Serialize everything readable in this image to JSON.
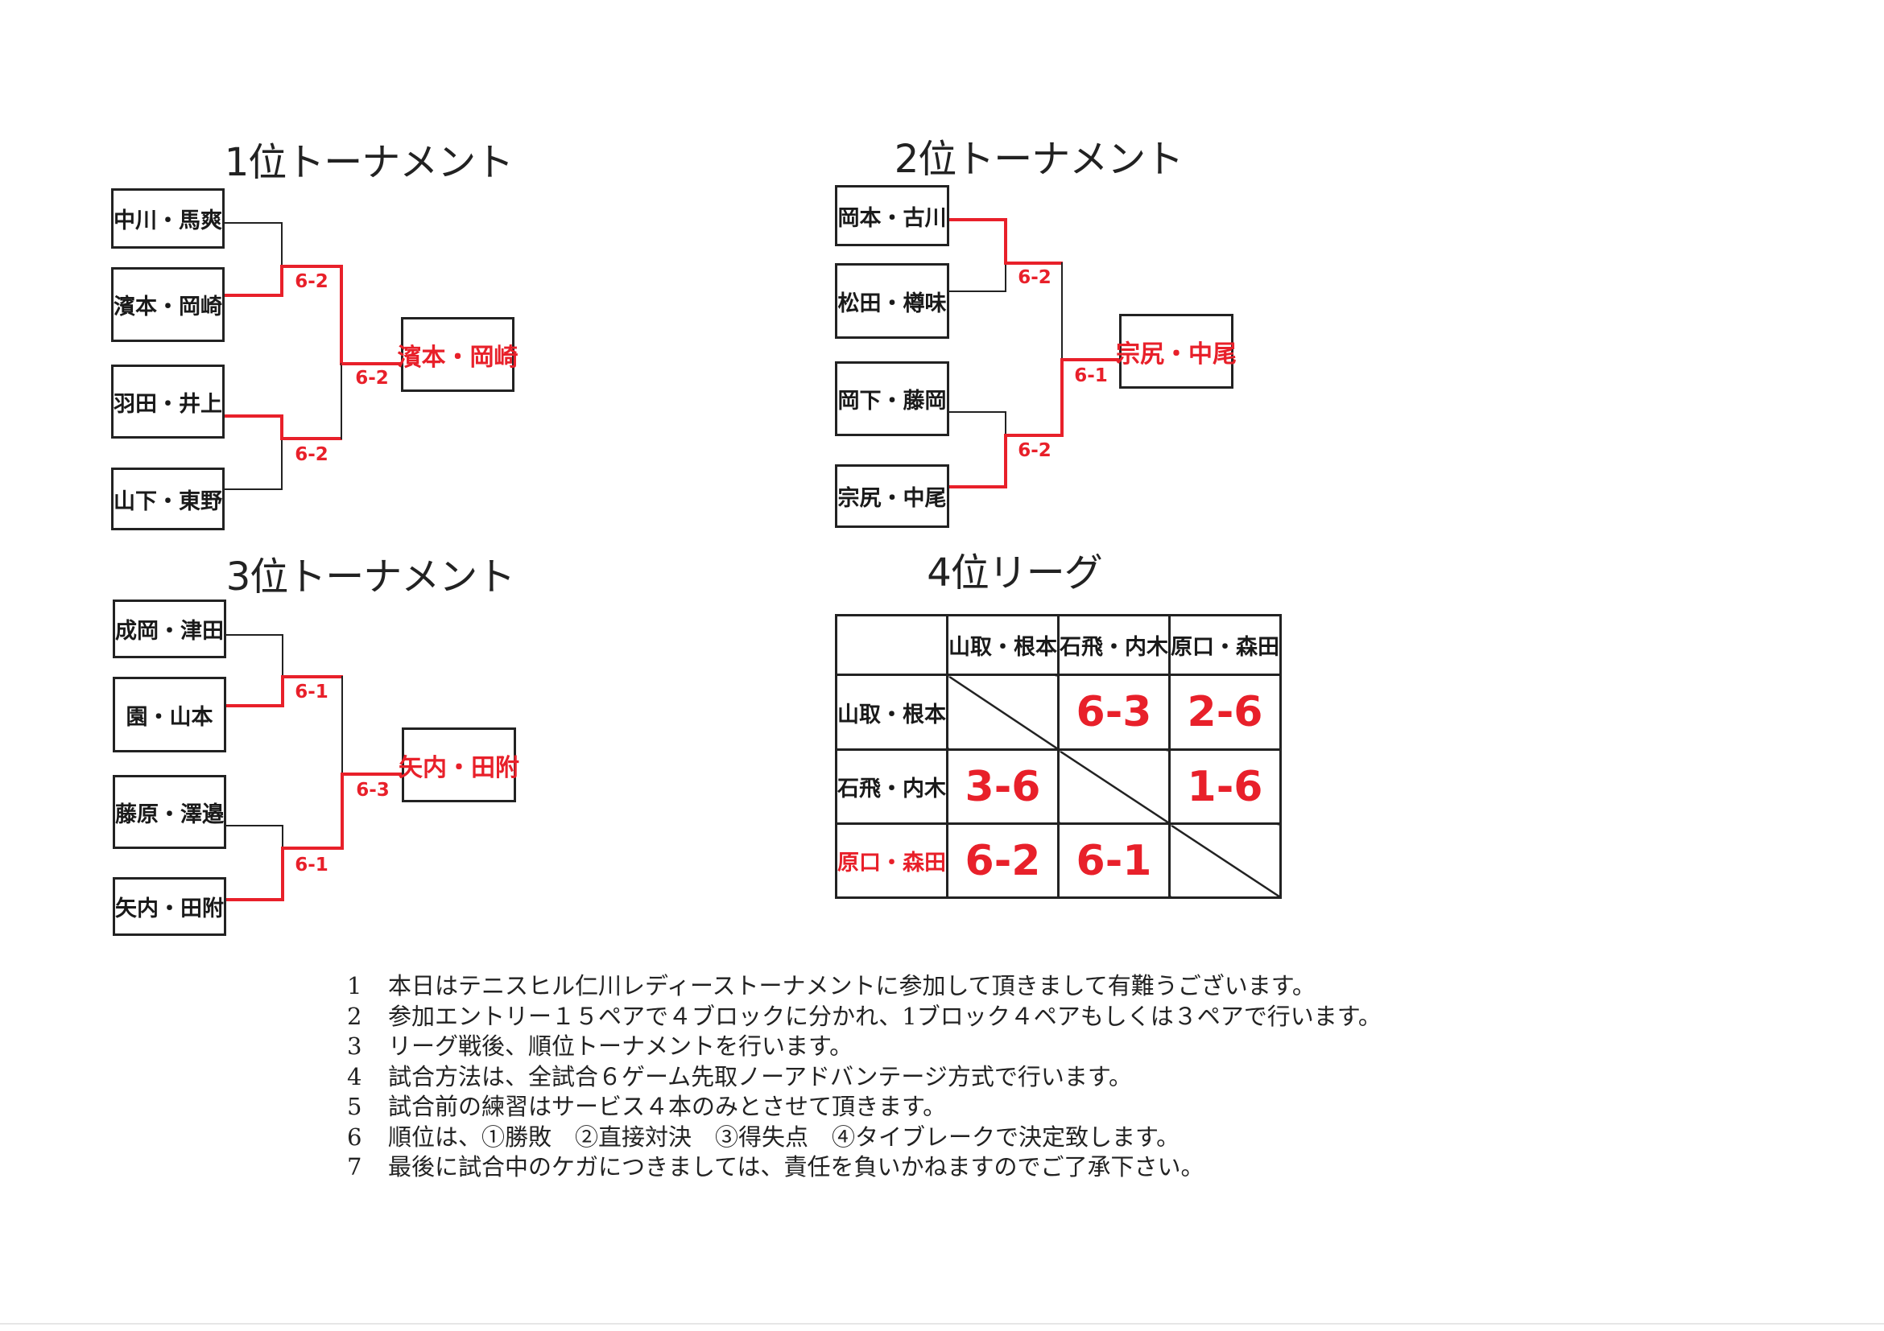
{
  "colors": {
    "winner": "#e8202a",
    "line": "#222222"
  },
  "tournaments": [
    {
      "title": "1位トーナメント",
      "entries": [
        "中川・馬爽",
        "濱本・岡崎",
        "羽田・井上",
        "山下・東野"
      ],
      "semi_scores": [
        "6-2",
        "6-2"
      ],
      "final_score": "6-2",
      "winner": "濱本・岡崎"
    },
    {
      "title": "2位トーナメント",
      "entries": [
        "岡本・古川",
        "松田・樽味",
        "岡下・藤岡",
        "宗尻・中尾"
      ],
      "semi_scores": [
        "6-2",
        "6-2"
      ],
      "final_score": "6-1",
      "winner": "宗尻・中尾"
    },
    {
      "title": "3位トーナメント",
      "entries": [
        "成岡・津田",
        "園・山本",
        "藤原・澤邉",
        "矢内・田附"
      ],
      "semi_scores": [
        "6-1",
        "6-1"
      ],
      "final_score": "6-3",
      "winner": "矢内・田附"
    }
  ],
  "league": {
    "title": "4位リーグ",
    "teams": [
      "山取・根本",
      "石飛・内木",
      "原口・森田"
    ],
    "winner": "原口・森田",
    "results": [
      [
        "",
        "6-3",
        "2-6"
      ],
      [
        "3-6",
        "",
        "1-6"
      ],
      [
        "6-2",
        "6-1",
        ""
      ]
    ]
  },
  "notes": [
    {
      "num": "1",
      "text": "本日はテニスヒル仁川レディーストーナメントに参加して頂きまして有難うございます。"
    },
    {
      "num": "2",
      "text": "参加エントリー１５ペアで４ブロックに分かれ、1ブロック４ペアもしくは３ペアで行います。"
    },
    {
      "num": "3",
      "text": "リーグ戦後、順位トーナメントを行います。"
    },
    {
      "num": "4",
      "text": "試合方法は、全試合６ゲーム先取ノーアドバンテージ方式で行います。"
    },
    {
      "num": "5",
      "text": "試合前の練習はサービス４本のみとさせて頂きます。"
    },
    {
      "num": "6",
      "text": "順位は、①勝敗　②直接対決　③得失点　④タイブレークで決定致します。"
    },
    {
      "num": "7",
      "text": "最後に試合中のケガにつきましては、責任を負いかねますのでご了承下さい。"
    }
  ]
}
